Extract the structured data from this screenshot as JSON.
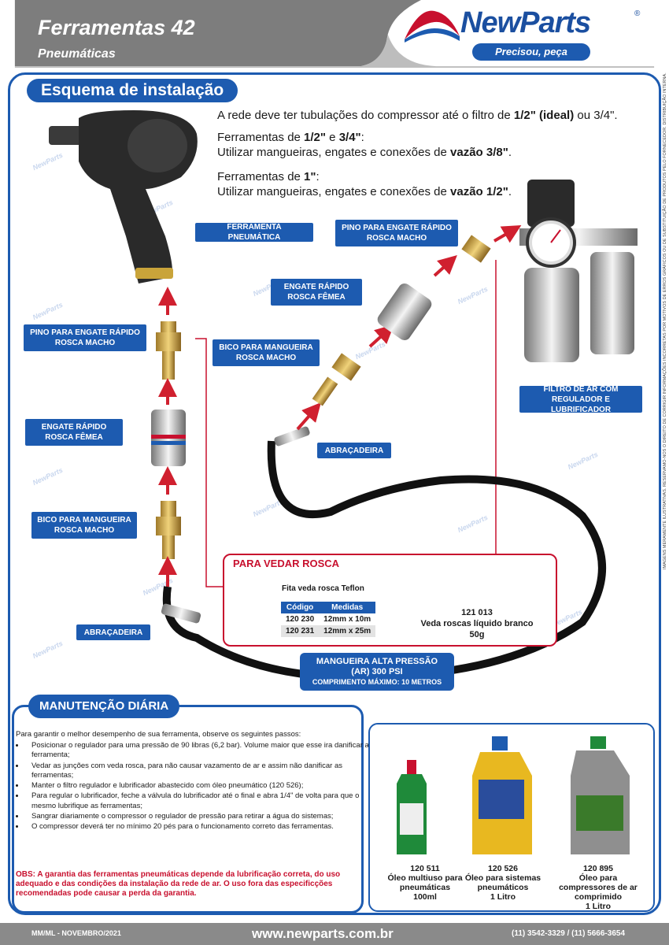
{
  "header": {
    "title": "Ferramentas 42",
    "subtitle": "Pneumáticas",
    "logo_text": "NewParts",
    "logo_reg": "®",
    "tagline": "Precisou, peça"
  },
  "section_title": "Esquema de instalação",
  "intro": {
    "line1_a": "A rede deve ter tubulações do compressor até o filtro de ",
    "line1_b": "1/2\" (ideal)",
    "line1_c": " ou 3/4\".",
    "p2_a": "Ferramentas de ",
    "p2_b": "1/2\"",
    "p2_c": " e ",
    "p2_d": "3/4\"",
    "p2_e": ":",
    "p2_line2_a": "Utilizar mangueiras, engates e conexões de ",
    "p2_line2_b": "vazão 3/8\"",
    "p2_line2_c": ".",
    "p3_a": "Ferramentas de ",
    "p3_b": "1\"",
    "p3_c": ":",
    "p3_line2_a": "Utilizar mangueiras, engates e conexões de ",
    "p3_line2_b": "vazão 1/2\"",
    "p3_line2_c": "."
  },
  "labels": {
    "ferramenta": "FERRAMENTA PNEUMÁTICA",
    "pino_left_1": "PINO PARA ENGATE RÁPIDO",
    "pino_left_2": "ROSCA MACHO",
    "engate_left_1": "ENGATE RÁPIDO",
    "engate_left_2": "ROSCA FÊMEA",
    "bico_left_1": "BICO PARA MANGUEIRA",
    "bico_left_2": "ROSCA MACHO",
    "abracadeira_left": "ABRAÇADEIRA",
    "pino_right_1": "PINO PARA ENGATE RÁPIDO",
    "pino_right_2": "ROSCA MACHO",
    "engate_right_1": "ENGATE RÁPIDO",
    "engate_right_2": "ROSCA FÊMEA",
    "bico_right_1": "BICO PARA MANGUEIRA",
    "bico_right_2": "ROSCA MACHO",
    "abracadeira_right": "ABRAÇADEIRA",
    "filtro_1": "FILTRO DE AR COM",
    "filtro_2": "REGULADOR E LUBRIFICADOR",
    "mangueira_1": "MANGUEIRA ALTA PRESSÃO",
    "mangueira_2": "(AR) 300 PSI",
    "mangueira_3": "COMPRIMENTO MÁXIMO: 10 METROS"
  },
  "vedar": {
    "title": "PARA VEDAR ROSCA",
    "fita_caption": "Fita veda rosca Teflon",
    "table_headers": [
      "Código",
      "Medidas"
    ],
    "table_rows": [
      [
        "120 230",
        "12mm x 10m"
      ],
      [
        "120 231",
        "12mm x 25m"
      ]
    ],
    "veda_code": "121 013",
    "veda_desc": "Veda roscas líquido branco",
    "veda_size": "50g"
  },
  "maintenance": {
    "title": "MANUTENÇÃO DIÁRIA",
    "intro": "Para garantir o melhor desempenho de sua ferramenta, observe os seguintes passos:",
    "items": [
      "Posicionar o regulador para uma pressão de 90 libras (6,2 bar). Volume maior que esse ira danificar a ferramenta;",
      "Vedar as junções com veda rosca, para não causar vazamento de ar e assim não danificar as ferramentas;",
      "Manter o filtro regulador e lubrificador abastecido com óleo pneumático (120 526);",
      "Para regular o lubrificador, feche a válvula do lubrificador até o final e abra 1/4\" de volta para que o mesmo lubrifique as ferramentas;",
      "Sangrar diariamente o compressor  o regulador de pressão para retirar a água do sistemas;",
      "O compressor deverá ter no mínimo 20 pés para o funcionamento correto das ferramentas."
    ],
    "obs": "OBS: A garantia das ferramentas pneumáticas depende da lubrificação correta, do uso adequado e das condições da instalação da rede de ar. O uso fora das especificções recomendadas pode causar a perda da garantia."
  },
  "oils": [
    {
      "code": "120 511",
      "desc_1": "Óleo multiuso para",
      "desc_2": "pneumáticas",
      "desc_3": "100ml"
    },
    {
      "code": "120 526",
      "desc_1": "Óleo para sistemas",
      "desc_2": "pneumáticos",
      "desc_3": "1 Litro"
    },
    {
      "code": "120 895",
      "desc_1": "Óleo para",
      "desc_2": "compressores de ar",
      "desc_3": "comprimido",
      "desc_4": "1 Litro"
    }
  ],
  "footer": {
    "left": "MM/ML - NOVEMBRO/2021",
    "center": "www.newparts.com.br",
    "right": "(11) 3542-3329 / (11) 5666-3654"
  },
  "side_note": "IMAGENS MERAMENTE ILUSTRATIVAS. RESERVAMO-NOS O DIREITO DE CORRIGIR INFORMAÇÕES INCORRETAS POR MOTIVOS DE ERROS GRÁFICOS OU DE SUBSTITUIÇÃO DE PRODUTOS PELO FORNECEDOR. DISTRIBUIÇÃO INTERNA.",
  "watermark": "NewParts",
  "colors": {
    "brand_blue": "#1d5bb0",
    "accent_red": "#c8102e",
    "header_gray": "#7d7d7d"
  }
}
